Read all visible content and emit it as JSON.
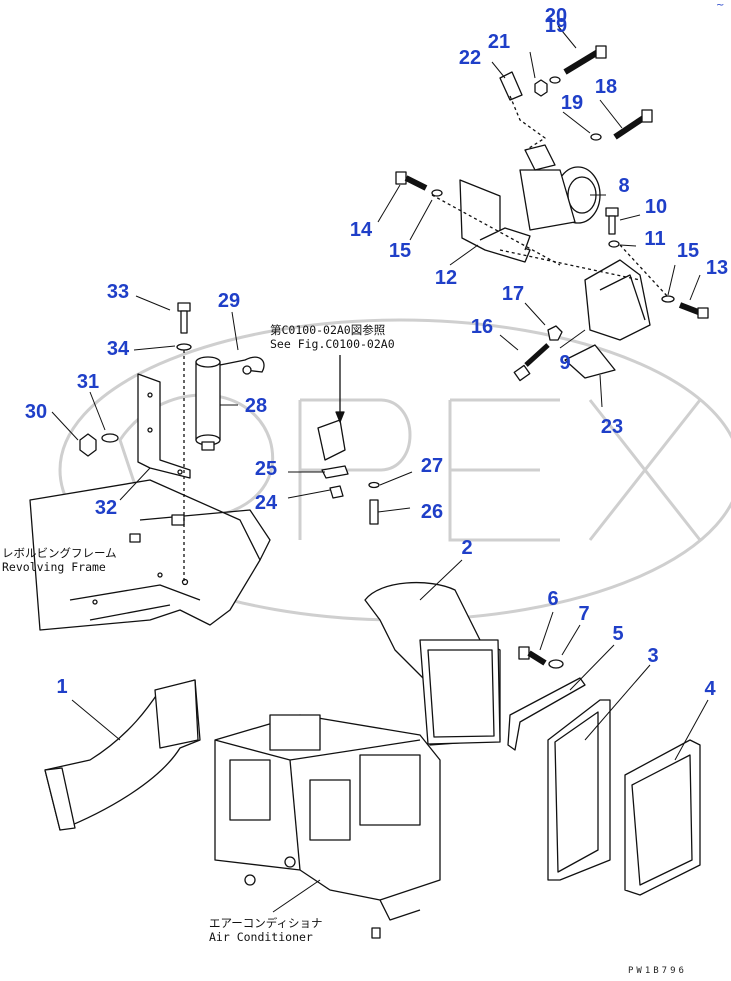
{
  "callouts": {
    "c1": "1",
    "c2": "2",
    "c3": "3",
    "c4": "4",
    "c5": "5",
    "c6": "6",
    "c7": "7",
    "c8": "8",
    "c9": "9",
    "c10": "10",
    "c11": "11",
    "c12": "12",
    "c13": "13",
    "c14": "14",
    "c15a": "15",
    "c15b": "15",
    "c16": "16",
    "c17": "17",
    "c18": "18",
    "c19a": "19",
    "c19b": "19",
    "c20": "20",
    "c21": "21",
    "c22": "22",
    "c23": "23",
    "c24": "24",
    "c25": "25",
    "c26": "26",
    "c27": "27",
    "c28": "28",
    "c29": "29",
    "c30": "30",
    "c31": "31",
    "c32": "32",
    "c33": "33",
    "c34": "34"
  },
  "notes": {
    "fig_ref_jp": "第C0100-02A0図参照",
    "fig_ref_en": "See Fig.C0100-02A0",
    "frame_jp": "レボルビングフレーム",
    "frame_en": "Revolving Frame",
    "ac_jp": "エアーコンディショナ",
    "ac_en": "Air Conditioner"
  },
  "corner_code": "PW1B796",
  "top_mark": "~",
  "watermark_text": "OPEX",
  "colors": {
    "callout": "#1f3fc8",
    "line": "#111111",
    "watermark": "#c8c8c8"
  }
}
